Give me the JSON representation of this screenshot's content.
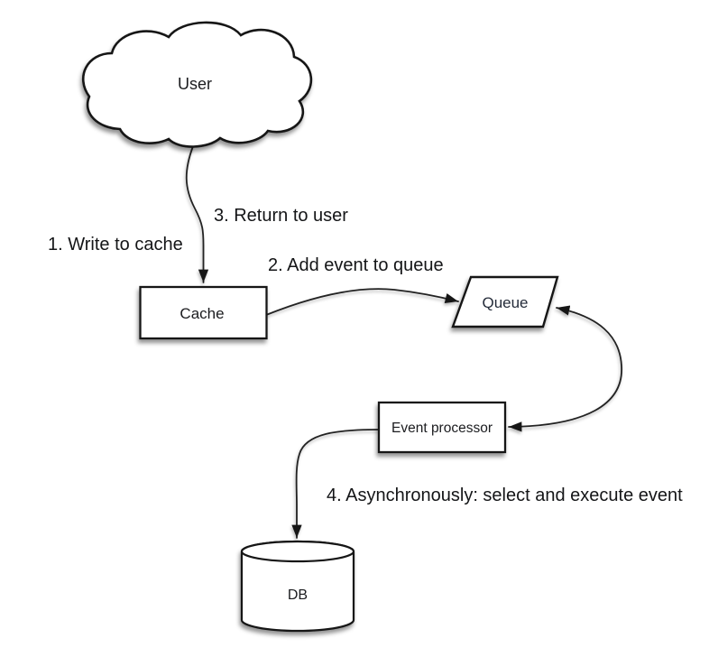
{
  "diagram": {
    "type": "flowchart",
    "background": "#ffffff",
    "ink": "#1a1a1a",
    "shape_fill": "#ffffff",
    "nodes": {
      "user": {
        "label": "User",
        "shape": "cloud"
      },
      "cache": {
        "label": "Cache",
        "shape": "rectangle"
      },
      "queue": {
        "label": "Queue",
        "shape": "parallelogram"
      },
      "event_processor": {
        "label": "Event processor",
        "shape": "rectangle"
      },
      "db": {
        "label": "DB",
        "shape": "cylinder"
      }
    },
    "steps": {
      "step1": "1. Write to cache",
      "step2": "2. Add event to queue",
      "step3": "3. Return to user",
      "step4": "4. Asynchronously: select and execute event"
    },
    "edges": [
      {
        "from": "user",
        "to": "cache",
        "direction": "one-way",
        "label_keys": [
          "step1",
          "step3"
        ]
      },
      {
        "from": "cache",
        "to": "queue",
        "direction": "one-way",
        "label_keys": [
          "step2"
        ]
      },
      {
        "from": "event_processor",
        "to": "queue",
        "direction": "two-way",
        "label_keys": []
      },
      {
        "from": "event_processor",
        "to": "db",
        "direction": "one-way",
        "label_keys": [
          "step4"
        ]
      }
    ]
  }
}
